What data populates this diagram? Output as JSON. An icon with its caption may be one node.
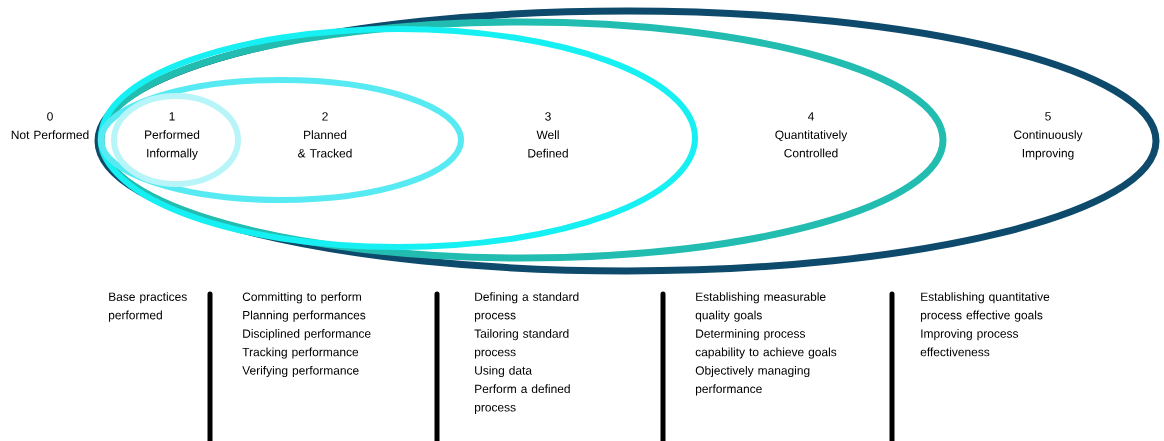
{
  "diagram": {
    "nodes": [
      {
        "text": [
          "5",
          "Continuously Improving"
        ]
      },
      {
        "text": [
          "4",
          "Quantitatively Controlled"
        ],
        "in": 0
      },
      {
        "text": [
          "3",
          "Well Defined"
        ],
        "in": 1
      },
      {
        "text": [
          "2",
          "Planned & Tracked"
        ],
        "in": 2
      },
      {
        "text": [
          "1",
          "Performed Informally"
        ],
        "in": 3
      }
    ],
    "edges": [],
    "labels": [
      "0",
      "Not Performed",
      "Base practices performed",
      "Committing to perform",
      "Planning performances",
      "Disciplined performance",
      "Tracking performance",
      "Verifying performance",
      "Defining a standard process",
      "Tailoring standard process",
      "Using data",
      "Perform a defined process",
      "Establishing measurable quality goals",
      "Determining process capability to achieve goals",
      "Objectively managing performance",
      "Establishing quantitative process effective goals",
      "Improving process effectiveness"
    ]
  }
}
